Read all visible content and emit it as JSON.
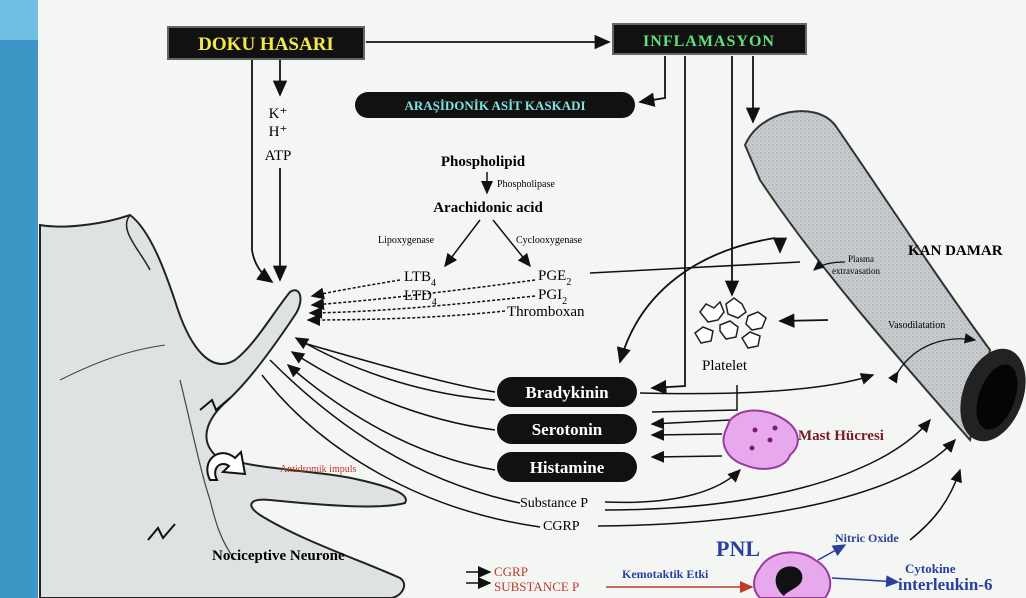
{
  "boxes": {
    "doku_hasari": "DOKU HASARI",
    "inflamasyon": "INFLAMASYON",
    "arasidonik": "ARAŞİDONİK ASİT KASKADI"
  },
  "ions": [
    "K⁺",
    "H⁺",
    "ATP"
  ],
  "cascade": {
    "phospholipid": "Phospholipid",
    "phospholipase": "Phospholipase",
    "arachidonic_acid": "Arachidonic acid",
    "lipoxygenase": "Lipoxygenase",
    "cyclooxygenase": "Cyclooxygenase",
    "ltb4": "LTB",
    "ltb4_sub": "4",
    "ltd4": "LTD",
    "ltd4_sub": "4",
    "pge2": "PGE",
    "pge2_sub": "2",
    "pgi2": "PGI",
    "pgi2_sub": "2",
    "thromboxan": "Thromboxan"
  },
  "vessel": {
    "label": "KAN DAMAR",
    "plasma": [
      "Plasma",
      "extravasation"
    ],
    "vasodilatation": "Vasodilatation"
  },
  "platelet": "Platelet",
  "mediators": {
    "bradykinin": "Bradykinin",
    "serotonin": "Serotonin",
    "histamine": "Histamine"
  },
  "mast_cell": "Mast Hücresi",
  "neuro": {
    "antidromic": "Antidromik impuls",
    "substance_p": "Substance P",
    "cgrp": "CGRP",
    "nociceptive": "Nociceptive Neurone",
    "cgrp_out": "CGRP",
    "substance_p_out": "SUBSTANCE P"
  },
  "pnl": {
    "label": "PNL",
    "kemotaktik": "Kemotaktik Etki",
    "nitric_oxide": "Nitric Oxide",
    "cytokine": "Cytokine",
    "interleukin": "interleukin-6"
  },
  "colors": {
    "box_yellow": "#f5e84a",
    "box_green": "#5fe07a",
    "box_cyan": "#7fe3e0",
    "red": "#c0392b",
    "blue": "#2b3f9e",
    "mast_fill": "#e8a8ec"
  }
}
